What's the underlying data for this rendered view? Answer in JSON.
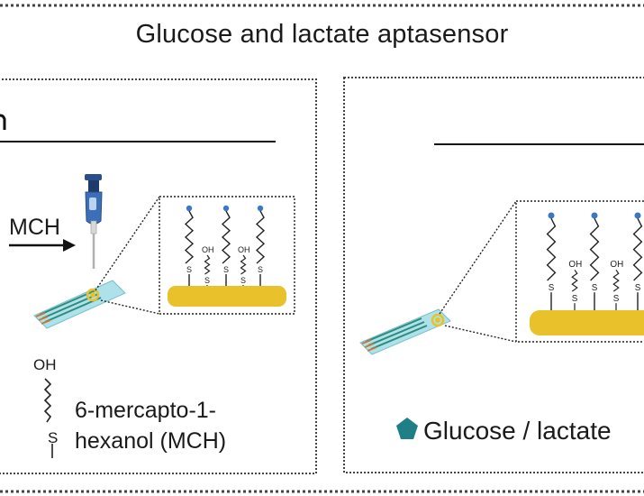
{
  "figure": {
    "title": "Glucose and lactate aptasensor"
  },
  "left_panel": {
    "step_arrow_label": "MCH",
    "chemical": {
      "oh_label": "OH",
      "s_label": "S",
      "name_line1": "6-mercapto-1-",
      "name_line2": "hexanol (MCH)"
    },
    "zoom": {
      "oh_label": "OH",
      "s_label": "S"
    }
  },
  "right_panel": {
    "legend_label": "Glucose / lactate",
    "zoom": {
      "oh_label": "OH",
      "s_label": "S"
    }
  },
  "colors": {
    "gold_electrode": "#e8c12b",
    "strip_blue": "#aee2ea",
    "strip_stripe": "#2f8a7c",
    "target_marker": "#1f7f86",
    "aptamer_tip": "#3b78c8",
    "pipette_body": "#3b6fb8"
  },
  "icons": [
    "pipette-icon",
    "sensor-strip-icon",
    "pentagon-marker-icon",
    "arrow-right-icon"
  ]
}
